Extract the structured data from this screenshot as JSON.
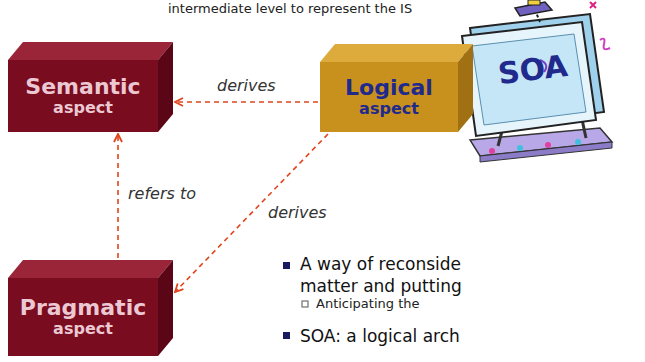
{
  "diagram": {
    "nodes": [
      {
        "text": [
          "Semantic",
          "aspect"
        ]
      },
      {
        "text": [
          "Logical",
          "aspect"
        ]
      },
      {
        "text": [
          "Pragmatic",
          "aspect"
        ]
      }
    ],
    "edges": [
      {
        "from": 1,
        "to": 0,
        "label": "derives",
        "arrow": "to"
      },
      {
        "from": 2,
        "to": 0,
        "label": "refers to",
        "arrow": "to"
      },
      {
        "from": 1,
        "to": 2,
        "label": "derives",
        "arrow": "to"
      }
    ],
    "labels": [
      "intermediate level to represent the IS",
      "SOA",
      "A way of reconside",
      "matter and putting",
      "Anticipating the",
      "SOA: a logical arch"
    ]
  }
}
